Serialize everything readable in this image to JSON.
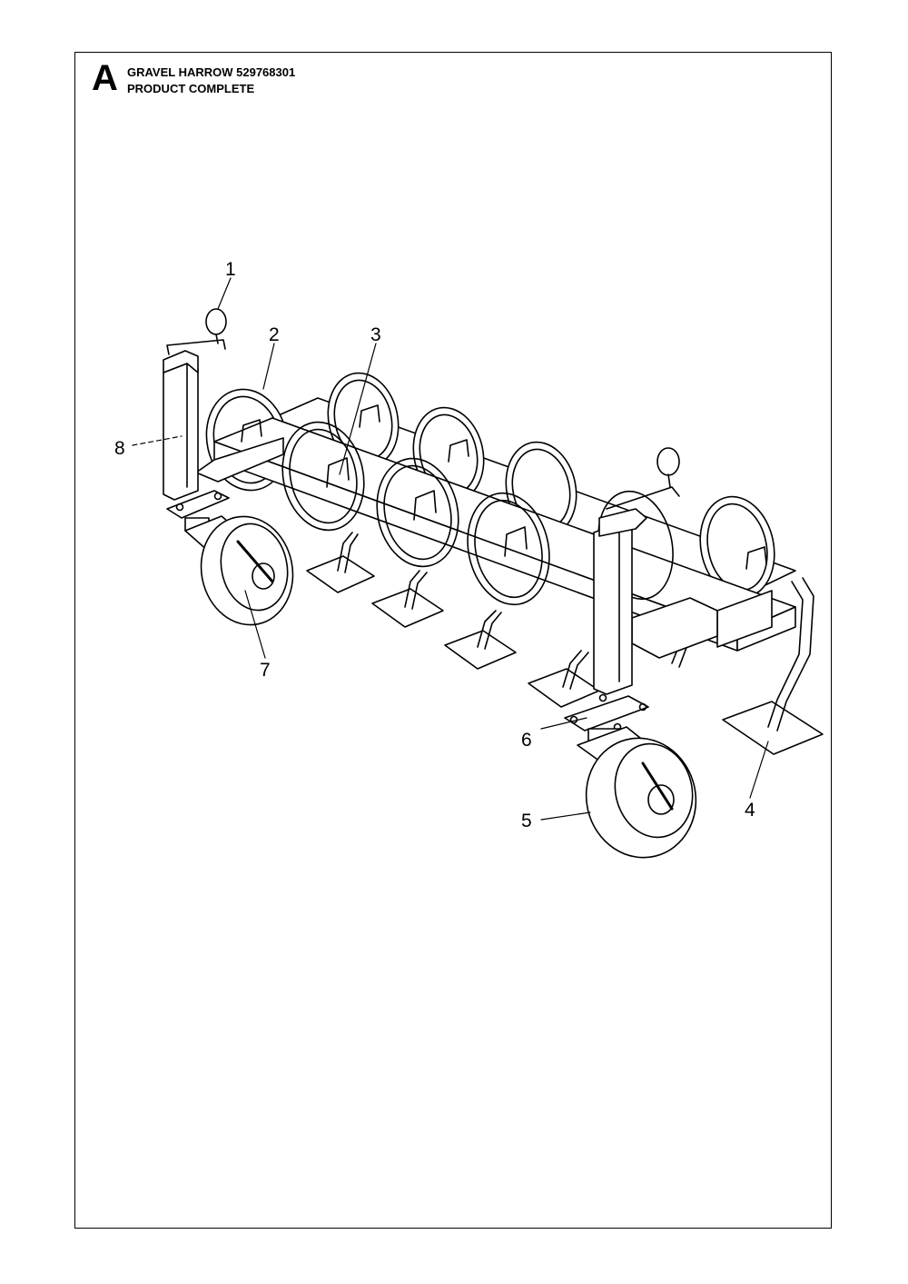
{
  "header": {
    "section_letter": "A",
    "title_line1": "GRAVEL HARROW 529768301",
    "title_line2": "PRODUCT COMPLETE"
  },
  "callouts": [
    {
      "id": "1",
      "label": "1"
    },
    {
      "id": "2",
      "label": "2"
    },
    {
      "id": "3",
      "label": "3"
    },
    {
      "id": "4",
      "label": "4"
    },
    {
      "id": "5",
      "label": "5"
    },
    {
      "id": "6",
      "label": "6"
    },
    {
      "id": "7",
      "label": "7"
    },
    {
      "id": "8",
      "label": "8"
    }
  ]
}
